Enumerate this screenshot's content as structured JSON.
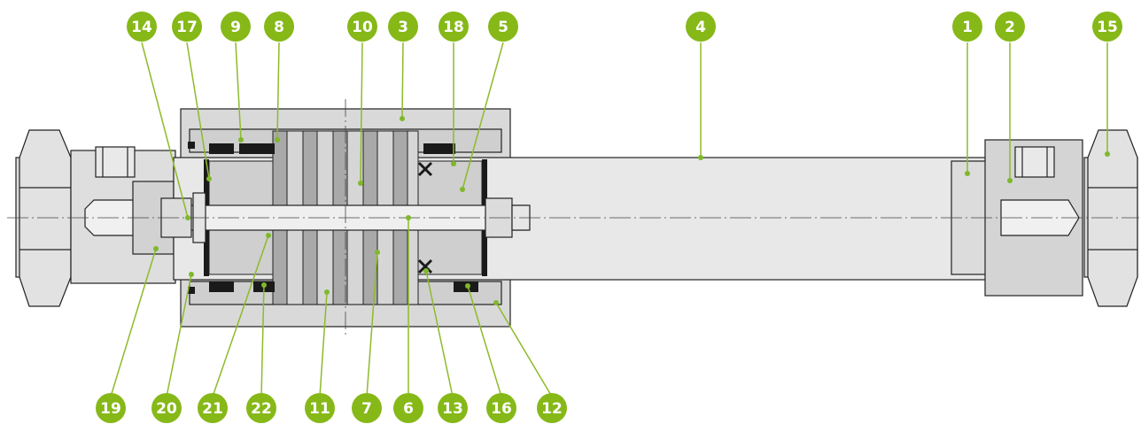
{
  "colors": {
    "badge": "#86b818",
    "badge_dot": "#7fb82a",
    "leader": "#8dbb2a",
    "body_fill": "#d9d9d9",
    "tube_fill": "#e8e8e8",
    "outline": "#222222",
    "seal": "#1a1a1a",
    "dark_part": "#a9a9a9"
  },
  "callouts_top": [
    "14",
    "17",
    "9",
    "8",
    "10",
    "3",
    "18",
    "5",
    "4",
    "1",
    "2",
    "15"
  ],
  "callouts_bottom": [
    "19",
    "20",
    "21",
    "22",
    "11",
    "7",
    "6",
    "13",
    "16",
    "12"
  ]
}
